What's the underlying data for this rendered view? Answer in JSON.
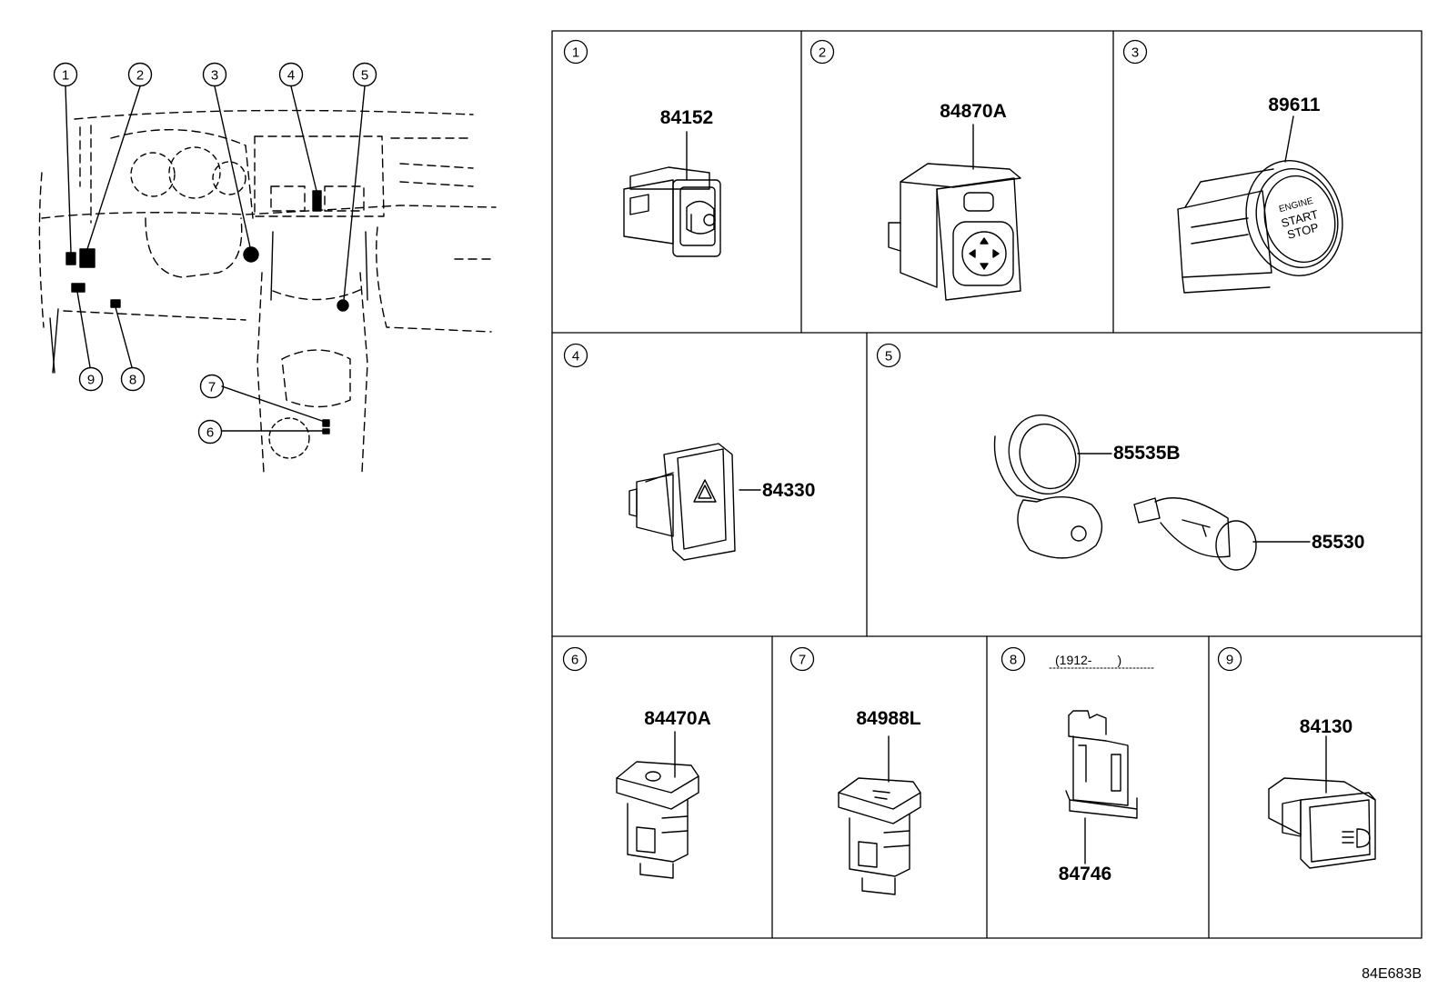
{
  "overview": {
    "callouts": [
      "1",
      "2",
      "3",
      "4",
      "5",
      "6",
      "7",
      "8",
      "9"
    ]
  },
  "panels": [
    {
      "index": "1",
      "parts": [
        "84152"
      ]
    },
    {
      "index": "2",
      "parts": [
        "84870A"
      ]
    },
    {
      "index": "3",
      "parts": [
        "89611"
      ],
      "button_text": [
        "ENGINE",
        "START",
        "STOP"
      ]
    },
    {
      "index": "4",
      "parts": [
        "84330"
      ]
    },
    {
      "index": "5",
      "parts": [
        "85535B",
        "85530"
      ]
    },
    {
      "index": "6",
      "parts": [
        "84470A"
      ]
    },
    {
      "index": "7",
      "parts": [
        "84988L"
      ]
    },
    {
      "index": "8",
      "parts": [
        "84746"
      ],
      "note": "(1912-　　)"
    },
    {
      "index": "9",
      "parts": [
        "84130"
      ]
    }
  ],
  "drawing_code": "84E683B",
  "icons": [
    "mirror-adjust-icon",
    "hazard-triangle-icon",
    "headlamp-icon",
    "engine-start-button-icon",
    "power-outlet-icon"
  ]
}
